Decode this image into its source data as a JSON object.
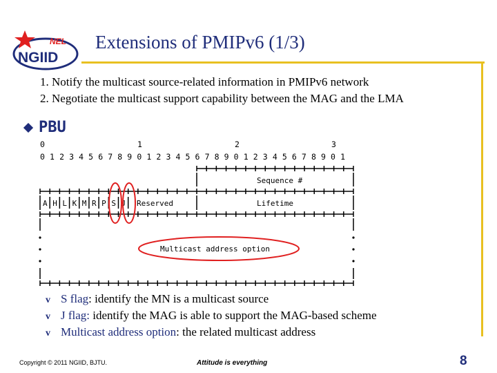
{
  "slide": {
    "title": "Extensions of PMIPv6 (1/3)",
    "logo_text": "NGIID",
    "logo_subtext": "NEL",
    "intro_lines": [
      "1. Notify the multicast source-related information in PMIPv6 network",
      "2. Negotiate the multicast support capability between the MAG and the LMA"
    ],
    "section_label": "PBU",
    "diagram": {
      "bit_tens": [
        "0",
        "1",
        "2",
        "3"
      ],
      "bit_ones": "0 1 2 3 4 5 6 7 8 9 0 1 2 3 4 5 6 7 8 9 0 1 2 3 4 5 6 7 8 9 0 1",
      "sequence_label": "Sequence #",
      "flags": [
        "A",
        "H",
        "L",
        "K",
        "M",
        "R",
        "P",
        "S",
        "J"
      ],
      "reserved_label": "Reserved",
      "lifetime_label": "Lifetime",
      "option_label": "Multicast address option"
    },
    "bullets": [
      {
        "term": "S flag",
        "desc": ": identify the MN is a multicast source"
      },
      {
        "term": "J flag:",
        "desc": " identify the MAG is able to support the MAG-based scheme"
      },
      {
        "term": "Multicast address option",
        "desc": ": the related multicast address"
      }
    ],
    "footer": {
      "copyright": "Copyright © 2011 NGIID, BJTU.",
      "tagline": "Attitude is everything",
      "page_number": "8"
    },
    "colors": {
      "title": "#1f2d7a",
      "rule": "#e8c020",
      "highlight": "#e02020"
    }
  }
}
